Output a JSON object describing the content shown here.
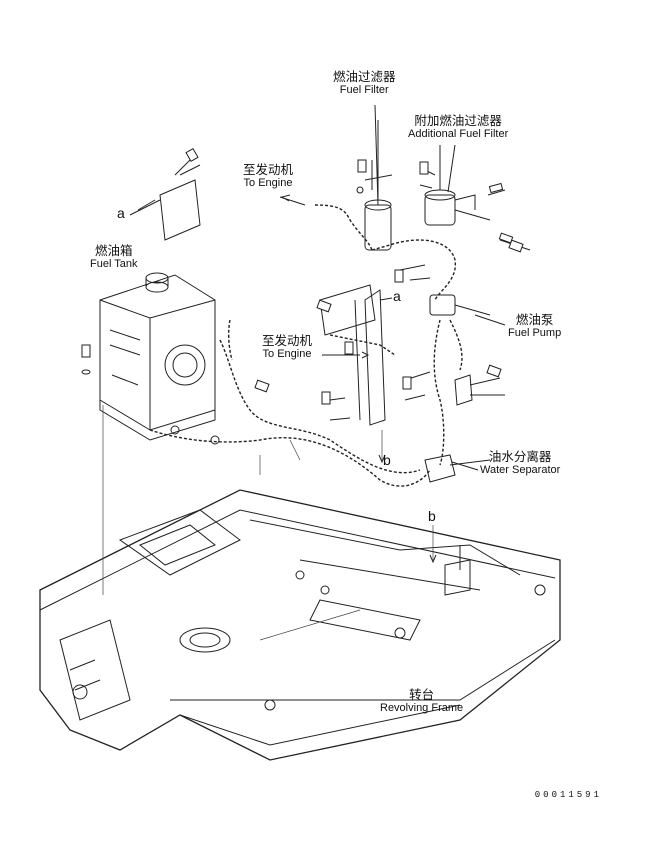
{
  "labels": {
    "fuel_filter": {
      "zh": "燃油过滤器",
      "en": "Fuel Filter"
    },
    "additional_fuel_filter": {
      "zh": "附加燃油过滤器",
      "en": "Additional Fuel Filter"
    },
    "to_engine_top": {
      "zh": "至发动机",
      "en": "To Engine"
    },
    "fuel_tank": {
      "zh": "燃油箱",
      "en": "Fuel Tank"
    },
    "to_engine_mid": {
      "zh": "至发动机",
      "en": "To Engine"
    },
    "fuel_pump": {
      "zh": "燃油泵",
      "en": "Fuel Pump"
    },
    "water_separator": {
      "zh": "油水分离器",
      "en": "Water Separator"
    },
    "revolving_frame": {
      "zh": "转台",
      "en": "Revolving Frame"
    }
  },
  "markers": {
    "a_left": "a",
    "a_mid": "a",
    "b_mid": "b",
    "b_right": "b"
  },
  "doc_number": "00011591"
}
